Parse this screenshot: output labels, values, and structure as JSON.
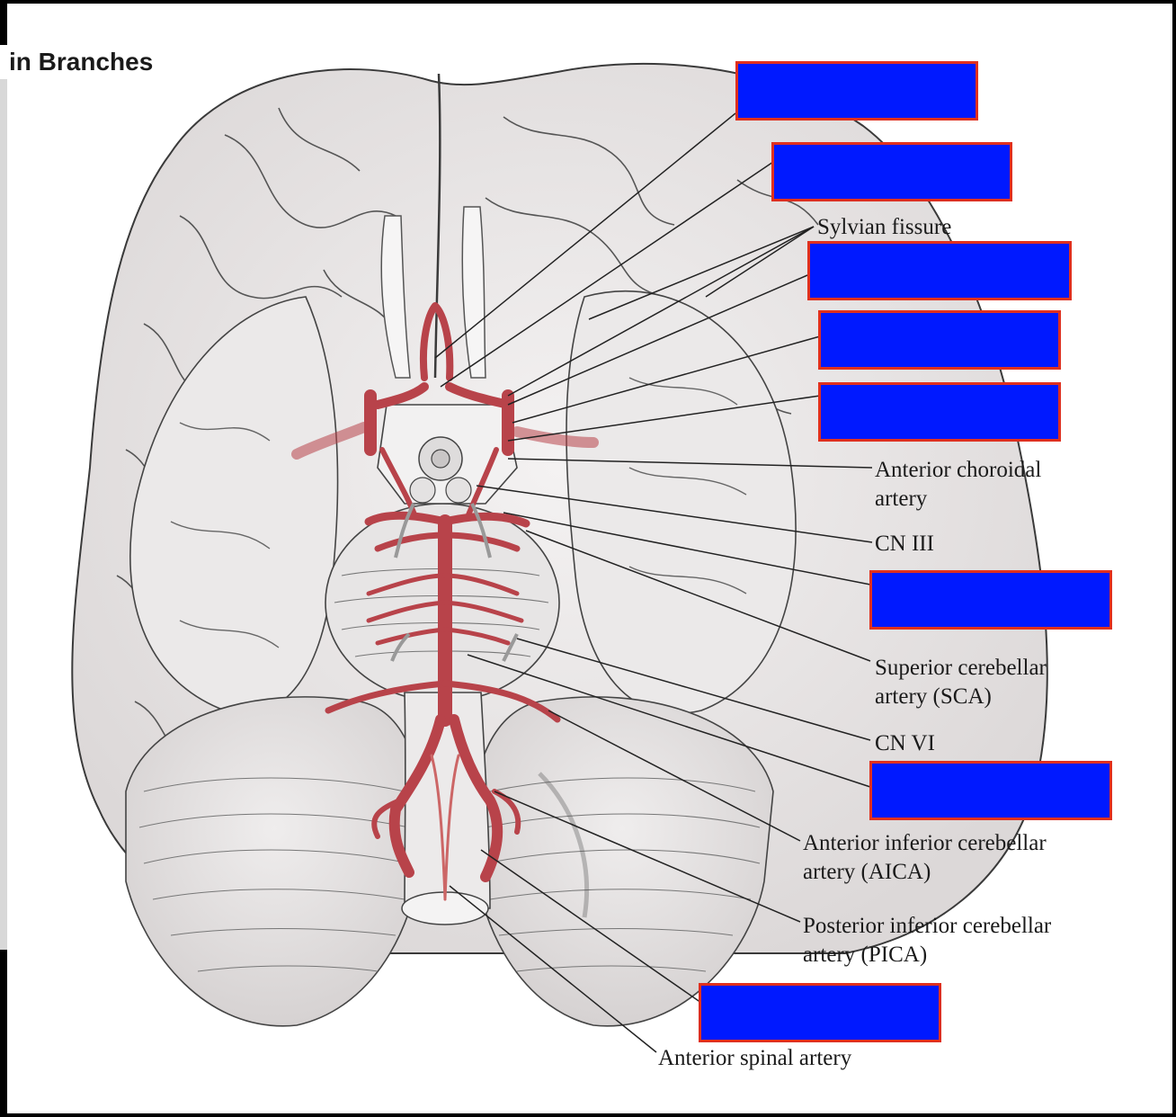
{
  "header": {
    "title": "in Branches"
  },
  "labels": {
    "sylvian_fissure": "Sylvian fissure",
    "anterior_choroidal": "Anterior choroidal artery",
    "cn_iii": "CN III",
    "sca": "Superior cerebellar artery (SCA)",
    "cn_vi": "CN VI",
    "aica": "Anterior inferior cerebellar artery (AICA)",
    "pica": "Posterior inferior cerebellar artery (PICA)",
    "anterior_spinal": "Anterior spinal artery"
  },
  "colors": {
    "artery": "#b8434a",
    "mask_fill": "#0019ff",
    "mask_border": "#e0301e",
    "brain": "#eeecec"
  }
}
